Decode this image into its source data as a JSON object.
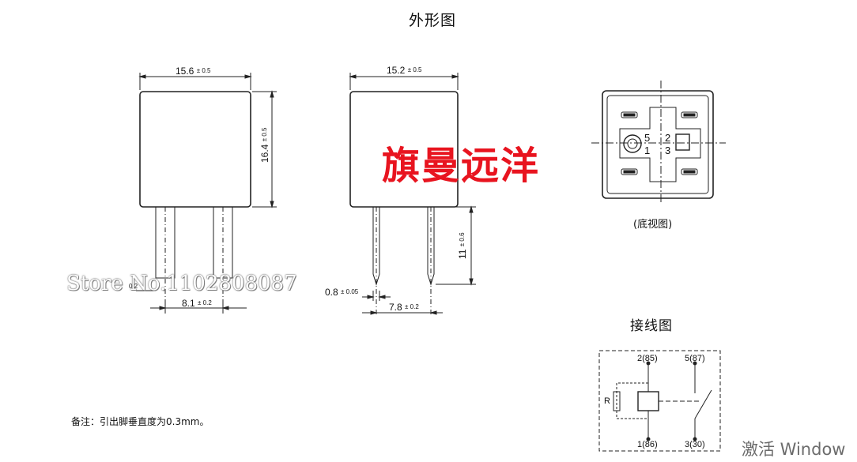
{
  "titles": {
    "outline": "外形图",
    "bottom_view": "(底视图)",
    "wiring": "接线图"
  },
  "dimensions": {
    "width_left": {
      "value": "15.6",
      "tol": "± 0.5"
    },
    "height_left": {
      "value": "16.4",
      "tol": "± 0.5"
    },
    "width_right": {
      "value": "15.2",
      "tol": "± 0.5"
    },
    "pin_length": {
      "value": "11",
      "tol": "± 0.6"
    },
    "pin_pitch_left": {
      "value": "8.1",
      "tol": "± 0.2"
    },
    "pin_pitch_left_small_tol": "0.2",
    "pin_width": {
      "value": "0.8",
      "tol": "± 0.05"
    },
    "pin_pitch_right": {
      "value": "7.8",
      "tol": "± 0.2"
    }
  },
  "bottom_view_pins": [
    "5",
    "2",
    "1",
    "3"
  ],
  "wiring_labels": {
    "resistor": "R",
    "top_left": "2(85)",
    "top_right": "5(87)",
    "bottom_left": "1(86)",
    "bottom_right": "3(30)"
  },
  "note": "备注：引出脚垂直度为0.3mm。",
  "brand_overlay": "旗曼远洋",
  "store_overlay": "Store No.1102808087",
  "os_watermark": "激活 Window"
}
